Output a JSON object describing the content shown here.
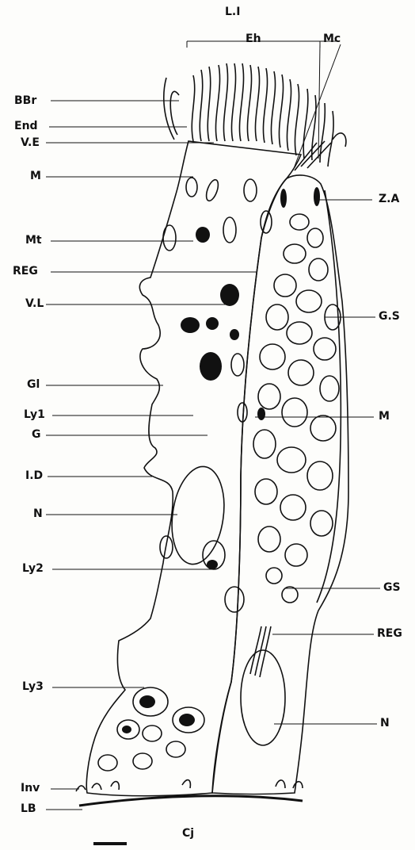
{
  "figure": {
    "top_labels": {
      "lumen": "L.I",
      "eh": "Eh",
      "mc": "Mc"
    },
    "left_labels": [
      "BBr",
      "End",
      "V.E",
      "M",
      "Mt",
      "REG",
      "V.L",
      "Gl",
      "Ly1",
      "G",
      "I.D",
      "N",
      "Ly2",
      "Ly3",
      "Inv",
      "LB"
    ],
    "right_labels": [
      "Z.A",
      "G.S",
      "M",
      "GS",
      "REG",
      "N"
    ],
    "bottom_label": "Cj"
  }
}
